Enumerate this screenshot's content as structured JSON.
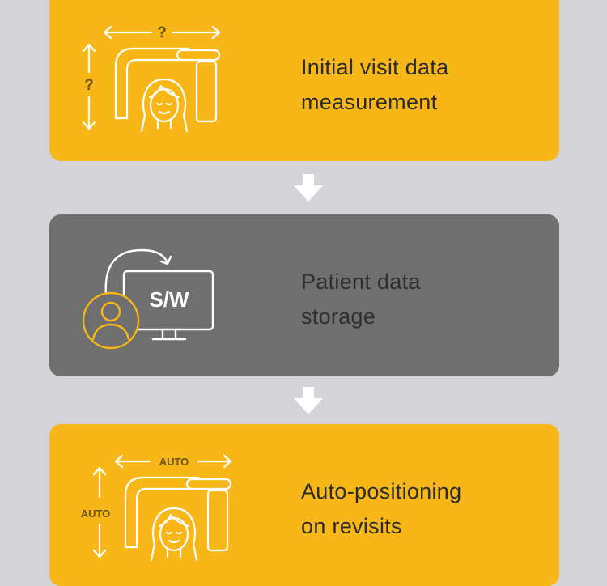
{
  "steps": [
    {
      "lines": [
        "Initial visit data",
        "measurement"
      ],
      "icon": "head-positioning-manual-icon",
      "question_mark_h": "?",
      "question_mark_v": "?"
    },
    {
      "lines": [
        "Patient data",
        "storage"
      ],
      "icon": "software-storage-icon",
      "screen_label": "S/W"
    },
    {
      "lines": [
        "Auto-positioning",
        "on revisits"
      ],
      "icon": "head-positioning-auto-icon",
      "auto_label_h": "AUTO",
      "auto_label_v": "AUTO"
    }
  ],
  "connectors": [
    "down-arrow-icon",
    "down-arrow-icon"
  ],
  "colors": {
    "background": "#d4d4d8",
    "accent_yellow": "#f7b718",
    "storage_gray": "#6f6f6f",
    "icon_white": "#ffffff",
    "text_dark": "#2b2b2b"
  }
}
